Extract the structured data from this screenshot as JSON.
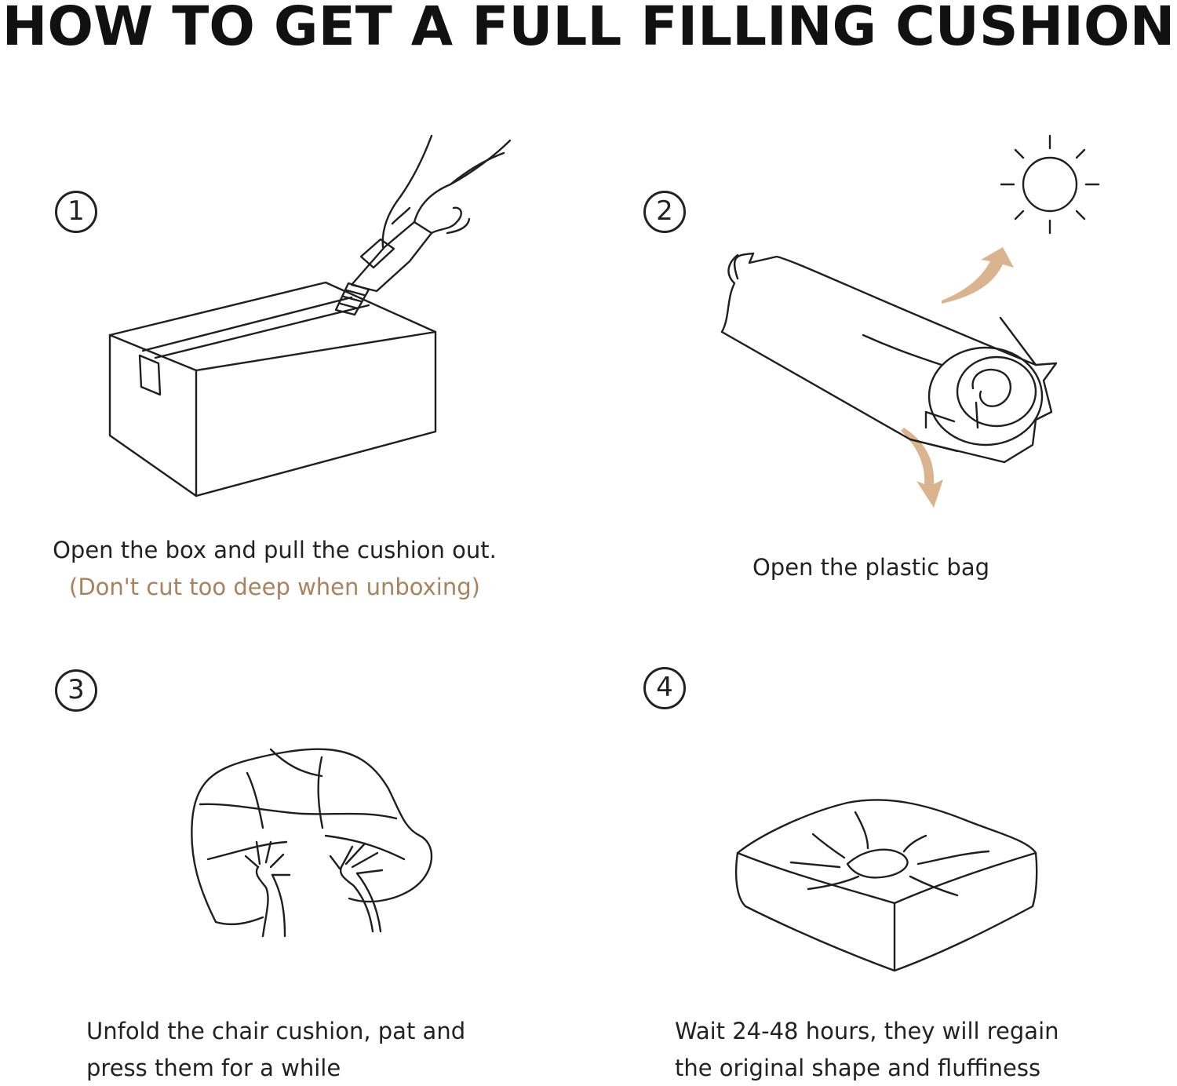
{
  "title": "HOW TO GET A FULL FILLING CUSHION",
  "colors": {
    "text": "#222222",
    "accent": "#a9825e",
    "arrow": "#d9b48e"
  },
  "steps": [
    {
      "number": "1",
      "icon": "box-cutter-icon",
      "caption": "Open the box and pull the cushion out.",
      "note": "(Don't cut too deep when unboxing)"
    },
    {
      "number": "2",
      "icon": "rolled-cushion-sun-icon",
      "caption": "Open the plastic bag"
    },
    {
      "number": "3",
      "icon": "hands-patting-cushion-icon",
      "caption_line1": "Unfold the chair cushion, pat and",
      "caption_line2": "press them for a while"
    },
    {
      "number": "4",
      "icon": "fluffy-cushion-icon",
      "caption_line1": "Wait 24-48 hours, they will regain",
      "caption_line2": "the original shape and fluffiness"
    }
  ]
}
